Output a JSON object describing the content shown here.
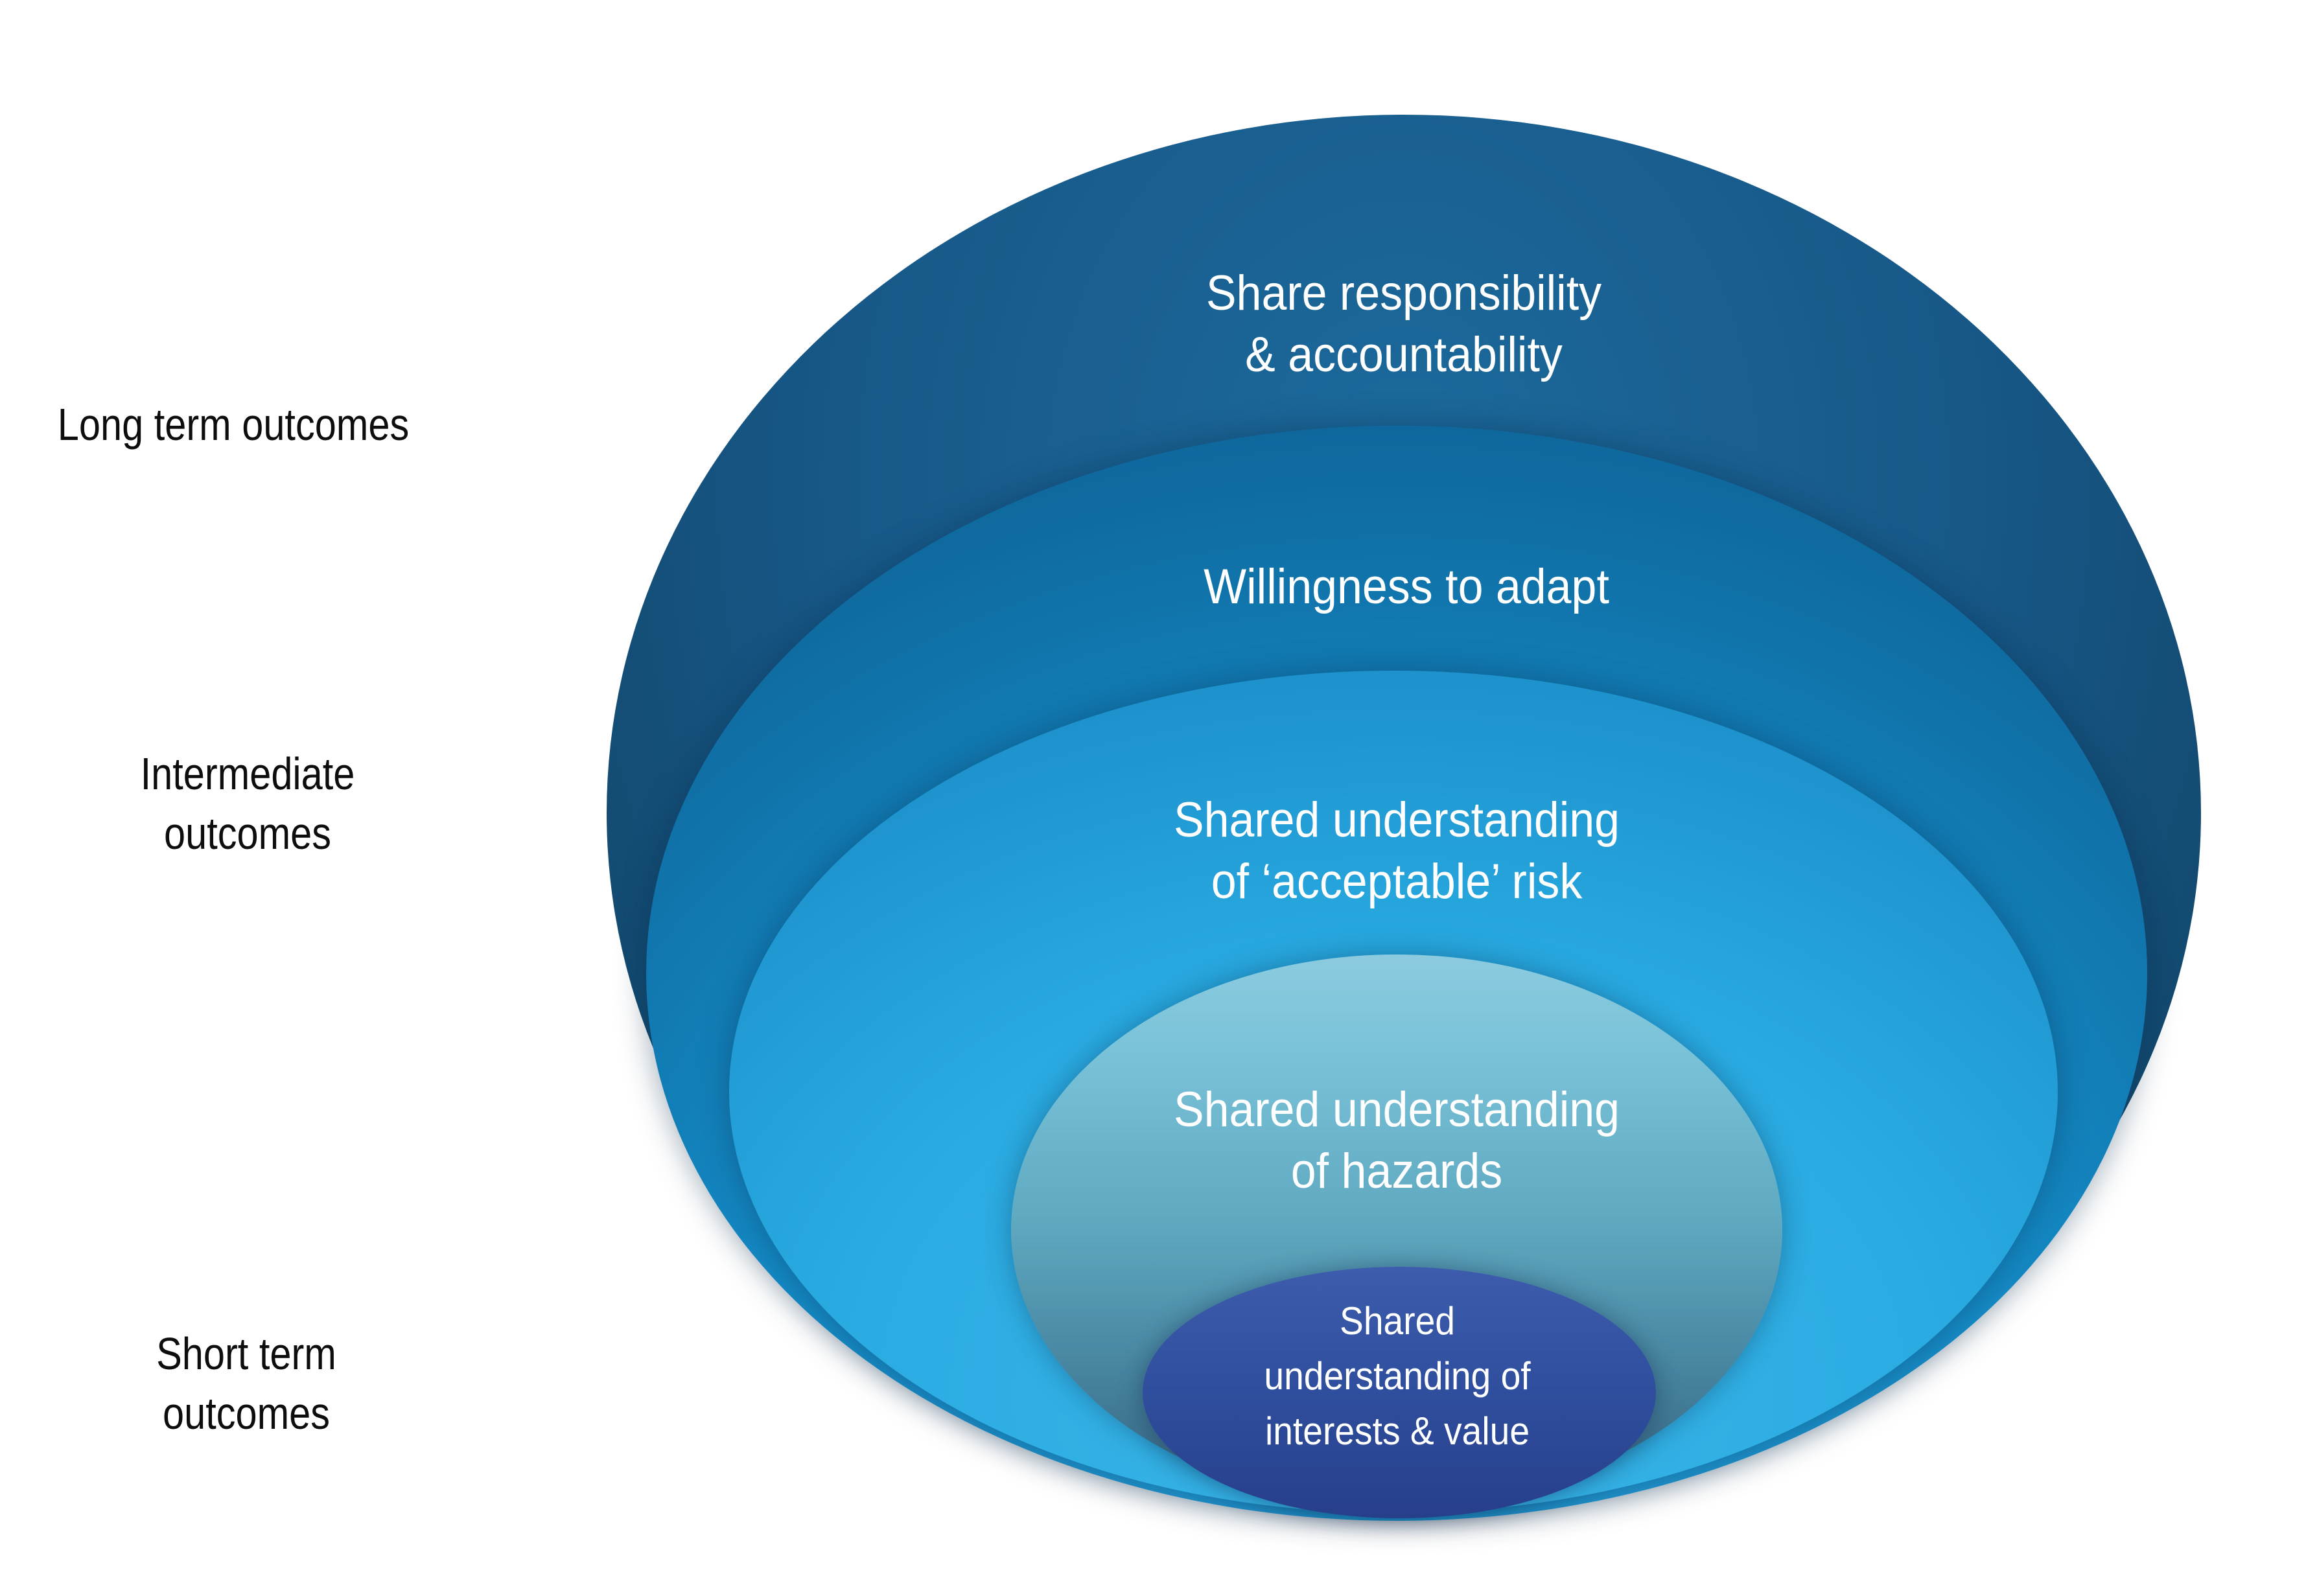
{
  "diagram": {
    "type": "nested-ellipses-outcomes",
    "levels": [
      {
        "id": "share-responsibility",
        "label": "Share responsibility\n& accountability"
      },
      {
        "id": "willingness-to-adapt",
        "label": "Willingness to adapt"
      },
      {
        "id": "acceptable-risk",
        "label": "Shared understanding\nof ‘acceptable’ risk"
      },
      {
        "id": "hazards",
        "label": "Shared understanding\nof hazards"
      },
      {
        "id": "interests-value",
        "label": "Shared\nunderstanding of\ninterests & value"
      }
    ],
    "timeframes": [
      {
        "id": "long-term",
        "label": "Long term outcomes"
      },
      {
        "id": "intermediate",
        "label": "Intermediate\noutcomes"
      },
      {
        "id": "short-term",
        "label": "Short term\noutcomes"
      }
    ],
    "colors": {
      "background": "#ffffff",
      "level_text": "#ffffff",
      "timeframe_text": "#0d0d0d",
      "level1_top": "#15527e",
      "level1_edge": "#0f3c5e",
      "level1_center": "#1c6a9c",
      "level2_flank": "#1489c4",
      "level2_top_rim": "#0f6ba0",
      "level2_inner": "#2aa3dc",
      "level3_flank": "#29abe2",
      "level3_top_rim": "#1b89c4",
      "level3_inner": "#3cb6e8",
      "level4_top": "#8ccbdf",
      "level4_bottom": "#35607c",
      "level5_top": "#3d5cad",
      "level5_bottom": "#273f8b"
    }
  }
}
